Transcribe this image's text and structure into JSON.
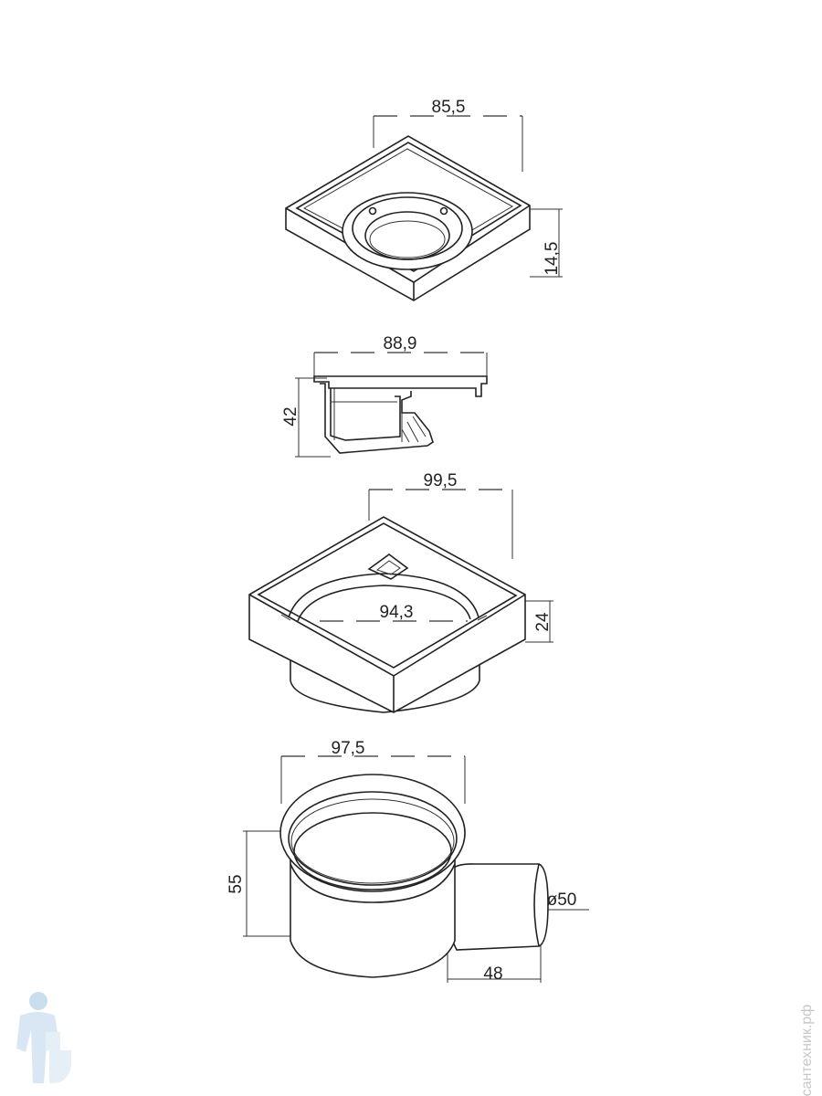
{
  "dimensions": {
    "top_width": "85,5",
    "top_height": "14,5",
    "section_width": "88,9",
    "section_height": "42",
    "body_width": "99,5",
    "body_inner": "94,3",
    "body_height": "24",
    "trap_width": "97,5",
    "trap_height": "55",
    "outlet_diameter": "ø50",
    "outlet_length": "48"
  },
  "watermark": {
    "text": "сантехник.рф",
    "logo_icon": "plumber-logo-icon"
  }
}
